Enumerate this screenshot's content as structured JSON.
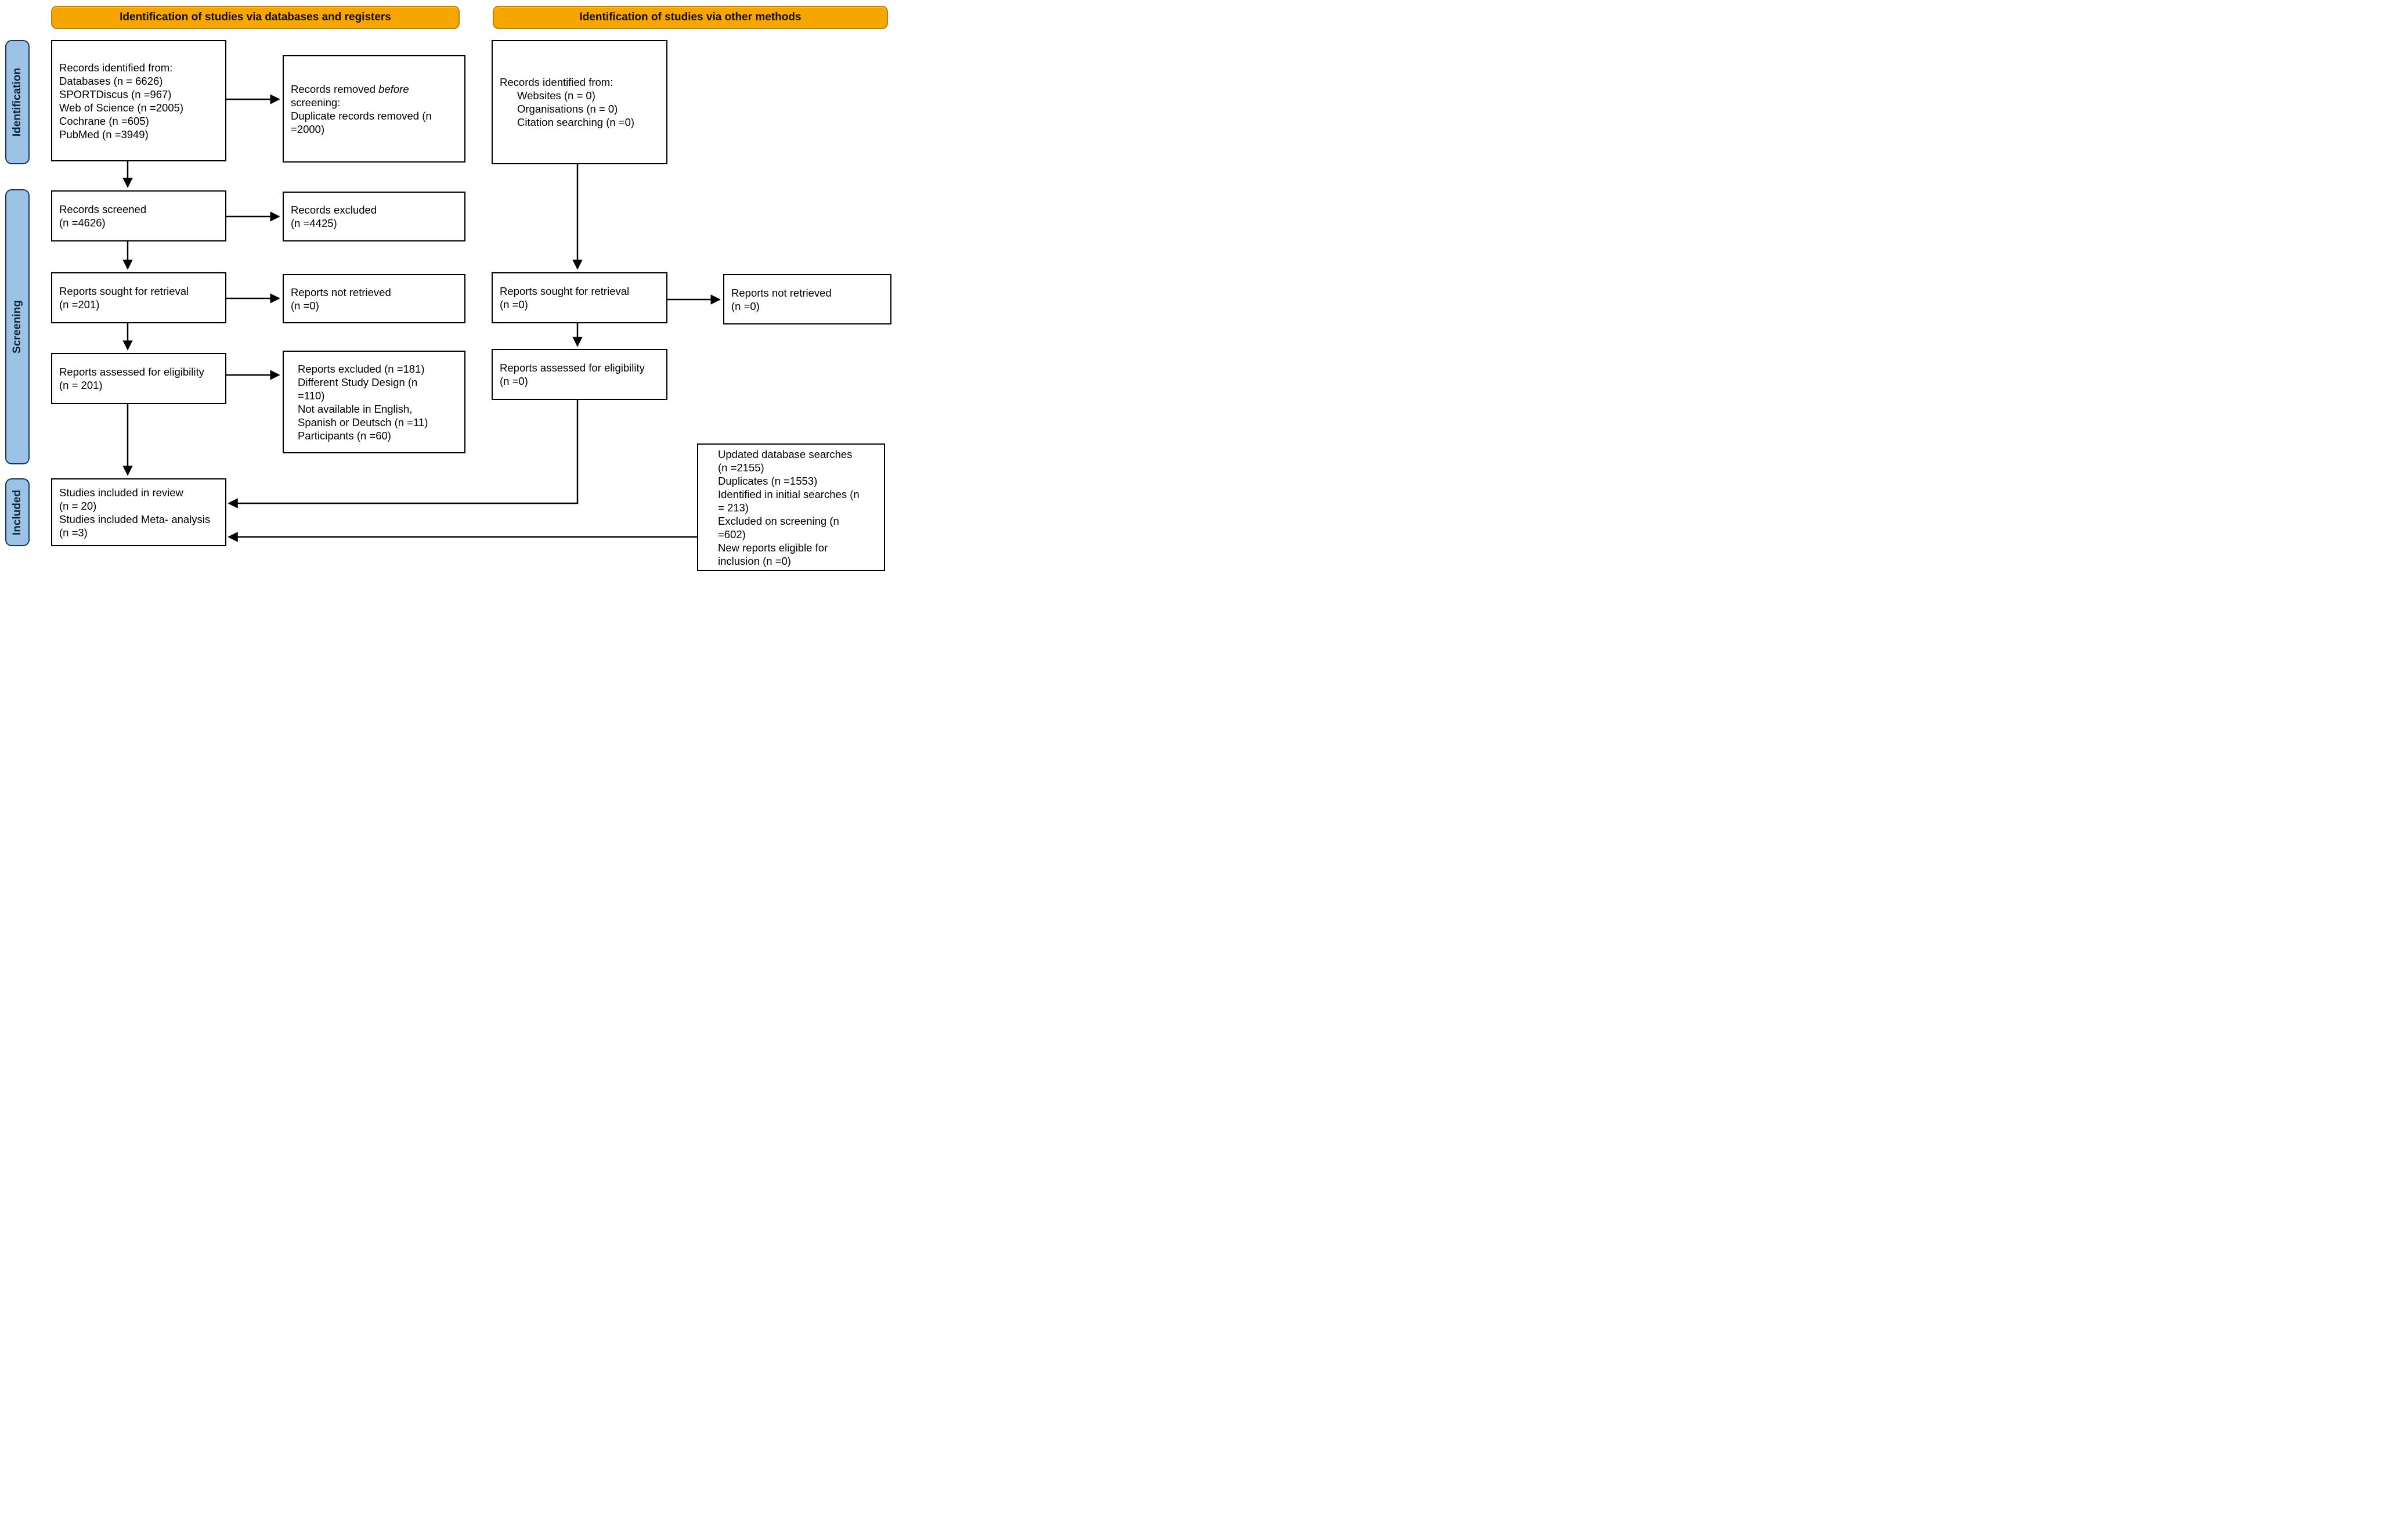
{
  "banners": {
    "left": "Identification of studies via databases and registers",
    "right": "Identification of studies via other methods"
  },
  "stages": {
    "identification": "Identification",
    "screening": "Screening",
    "included": "Included"
  },
  "colors": {
    "banner_fill": "#F7A600",
    "banner_border": "#BE8400",
    "stage_fill": "#9CC3E5",
    "stage_border": "#15365F",
    "box_border": "#000000",
    "arrow": "#000000"
  },
  "boxes": {
    "records_identified_databases": {
      "lines": [
        "Records identified from:",
        "Databases (n = 6626)",
        "SPORTDiscus (n =967)",
        "Web of Science (n =2005)",
        "Cochrane (n =605)",
        "PubMed (n =3949)"
      ]
    },
    "records_removed": {
      "pre": "Records removed ",
      "italic": "before",
      "post": "\nscreening:\nDuplicate records removed (n\n=2000)"
    },
    "records_screened": {
      "lines": [
        "Records screened",
        "(n =4626)"
      ]
    },
    "records_excluded": {
      "lines": [
        "Records excluded",
        "(n =4425)"
      ]
    },
    "reports_sought_databases": {
      "lines": [
        "Reports sought for retrieval",
        "(n =201)"
      ]
    },
    "reports_not_retrieved_databases": {
      "lines": [
        "Reports not retrieved",
        "(n =0)"
      ]
    },
    "reports_assessed_databases": {
      "lines": [
        "Reports assessed for eligibility",
        "(n = 201)"
      ]
    },
    "reports_excluded": {
      "lines": [
        "Reports excluded (n =181)",
        "Different Study Design (n",
        "=110)",
        "Not available in English,",
        "Spanish or Deutsch (n =11)",
        "Participants (n =60)"
      ]
    },
    "studies_included": {
      "lines": [
        "Studies included in review",
        "(n = 20)",
        "Studies included Meta- analysis",
        "(n =3)"
      ]
    },
    "records_identified_other": {
      "heading": "Records identified from:",
      "indented_lines": [
        "Websites (n = 0)",
        "Organisations (n = 0)",
        "Citation searching (n =0)"
      ]
    },
    "reports_sought_other": {
      "lines": [
        "Reports sought for retrieval",
        "(n =0)"
      ]
    },
    "reports_not_retrieved_other": {
      "lines": [
        "Reports not retrieved",
        "(n =0)"
      ]
    },
    "reports_assessed_other": {
      "lines": [
        "Reports assessed for eligibility",
        "(n =0)"
      ]
    },
    "updated_searches": {
      "lines": [
        "Updated database searches",
        "(n =2155)",
        "Duplicates (n =1553)",
        "Identified in initial searches (n",
        "= 213)",
        "Excluded on screening (n",
        "=602)",
        "New reports eligible for",
        "inclusion (n =0)"
      ]
    }
  }
}
